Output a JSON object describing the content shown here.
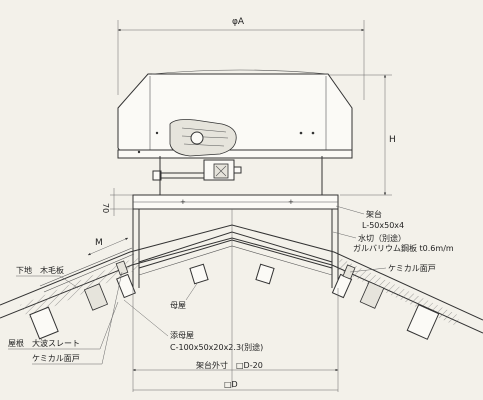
{
  "diagram": {
    "dims": {
      "phi_a": "φA",
      "h": "H",
      "seventy": "70",
      "m": "M",
      "d_label": "架台外寸　□D-20",
      "d": "□D"
    },
    "labels": {
      "frame": "架台",
      "frame_spec": "L-50x50x4",
      "flashing": "水切（別途）",
      "flashing_spec": "ガルバリウム鋼板 t0.6m/m",
      "kemical_right": "ケミカル面戸",
      "base_board": "下地　木毛板",
      "main_purlin": "母屋",
      "sub_purlin": "添母屋",
      "sub_purlin_spec": "C-100x50x20x2.3(別途)",
      "roof": "屋根　大波スレート",
      "kemical_left": "ケミカル面戸"
    }
  }
}
